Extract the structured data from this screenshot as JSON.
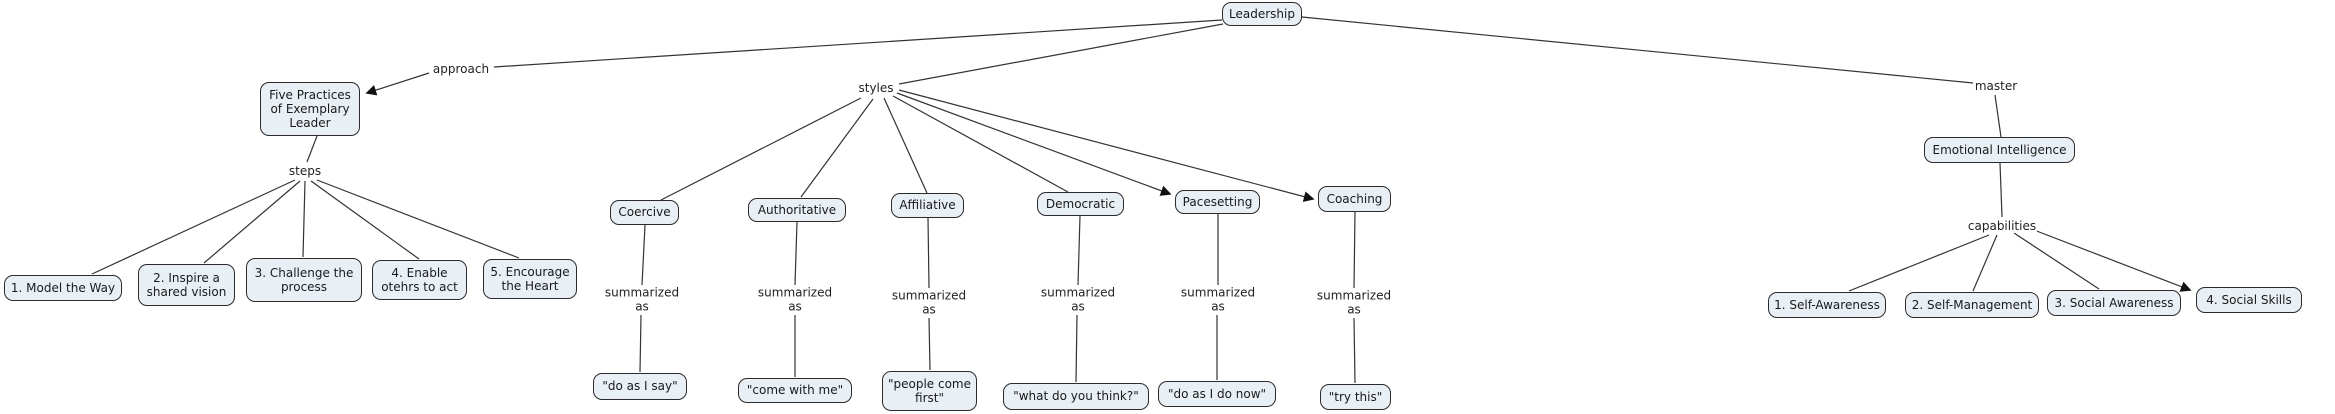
{
  "colors": {
    "background": "#ffffff",
    "node_fill": "#e9f0f5",
    "node_border": "#2b2b2b",
    "edge": "#333333",
    "text": "#1a1a1a"
  },
  "root": {
    "label": "Leadership"
  },
  "links": {
    "approach": "approach",
    "steps": "steps",
    "styles": "styles",
    "summarized_as": "summarized as",
    "master": "master",
    "capabilities": "capabilities"
  },
  "practices": {
    "node": "Five Practices of Exemplary Leader",
    "items": [
      "1. Model the Way",
      "2. Inspire a shared vision",
      "3. Challenge the process",
      "4. Enable otehrs to act",
      "5. Encourage the Heart"
    ]
  },
  "styles": {
    "items": [
      {
        "name": "Coercive",
        "summary": "\"do as I say\""
      },
      {
        "name": "Authoritative",
        "summary": "\"come with me\""
      },
      {
        "name": "Affiliative",
        "summary": "\"people come first\""
      },
      {
        "name": "Democratic",
        "summary": "\"what do you think?\""
      },
      {
        "name": "Pacesetting",
        "summary": "\"do as I do now\""
      },
      {
        "name": "Coaching",
        "summary": "\"try this\""
      }
    ]
  },
  "emotional_intelligence": {
    "node": "Emotional Intelligence",
    "items": [
      "1. Self-Awareness",
      "2. Self-Management",
      "3. Social Awareness",
      "4. Social Skills"
    ]
  }
}
